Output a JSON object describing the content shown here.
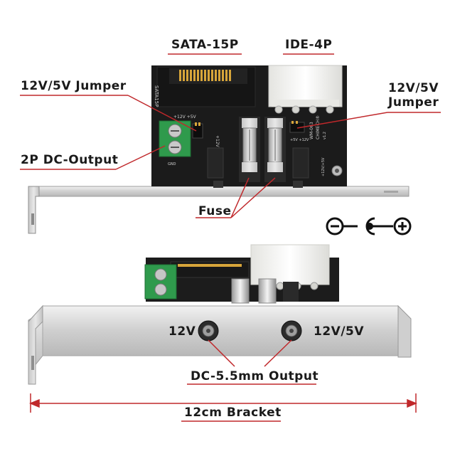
{
  "labels": {
    "sata": "SATA-15P",
    "ide": "IDE-4P",
    "jumper_left": "12V/5V Jumper",
    "jumper_right_line1": "12V/5V",
    "jumper_right_line2": "Jumper",
    "dc_output": "2P DC-Output",
    "fuse": "Fuse",
    "port_left": "12V",
    "port_right": "12V/5V",
    "dc_jack": "DC-5.5mm Output",
    "bracket": "12cm Bracket"
  },
  "board_text": {
    "sata_side": "SATA15P",
    "model1": "WM-063",
    "model2": "CHIMECH®",
    "rev": "v1.2",
    "top_left": "+12V +5V",
    "side_12v": "+12V",
    "bottom_right": "+12V/+5V",
    "gnd": "GND",
    "mid": "+5V  +12V"
  },
  "colors": {
    "accent_line": "#c0282b",
    "pcb": "#1b1b1b",
    "bracket": "#d9d9d9",
    "terminal": "#2f9a4c",
    "ide_connector": "#f1f1ee"
  },
  "icons": [
    "polarity-center-positive-icon"
  ]
}
